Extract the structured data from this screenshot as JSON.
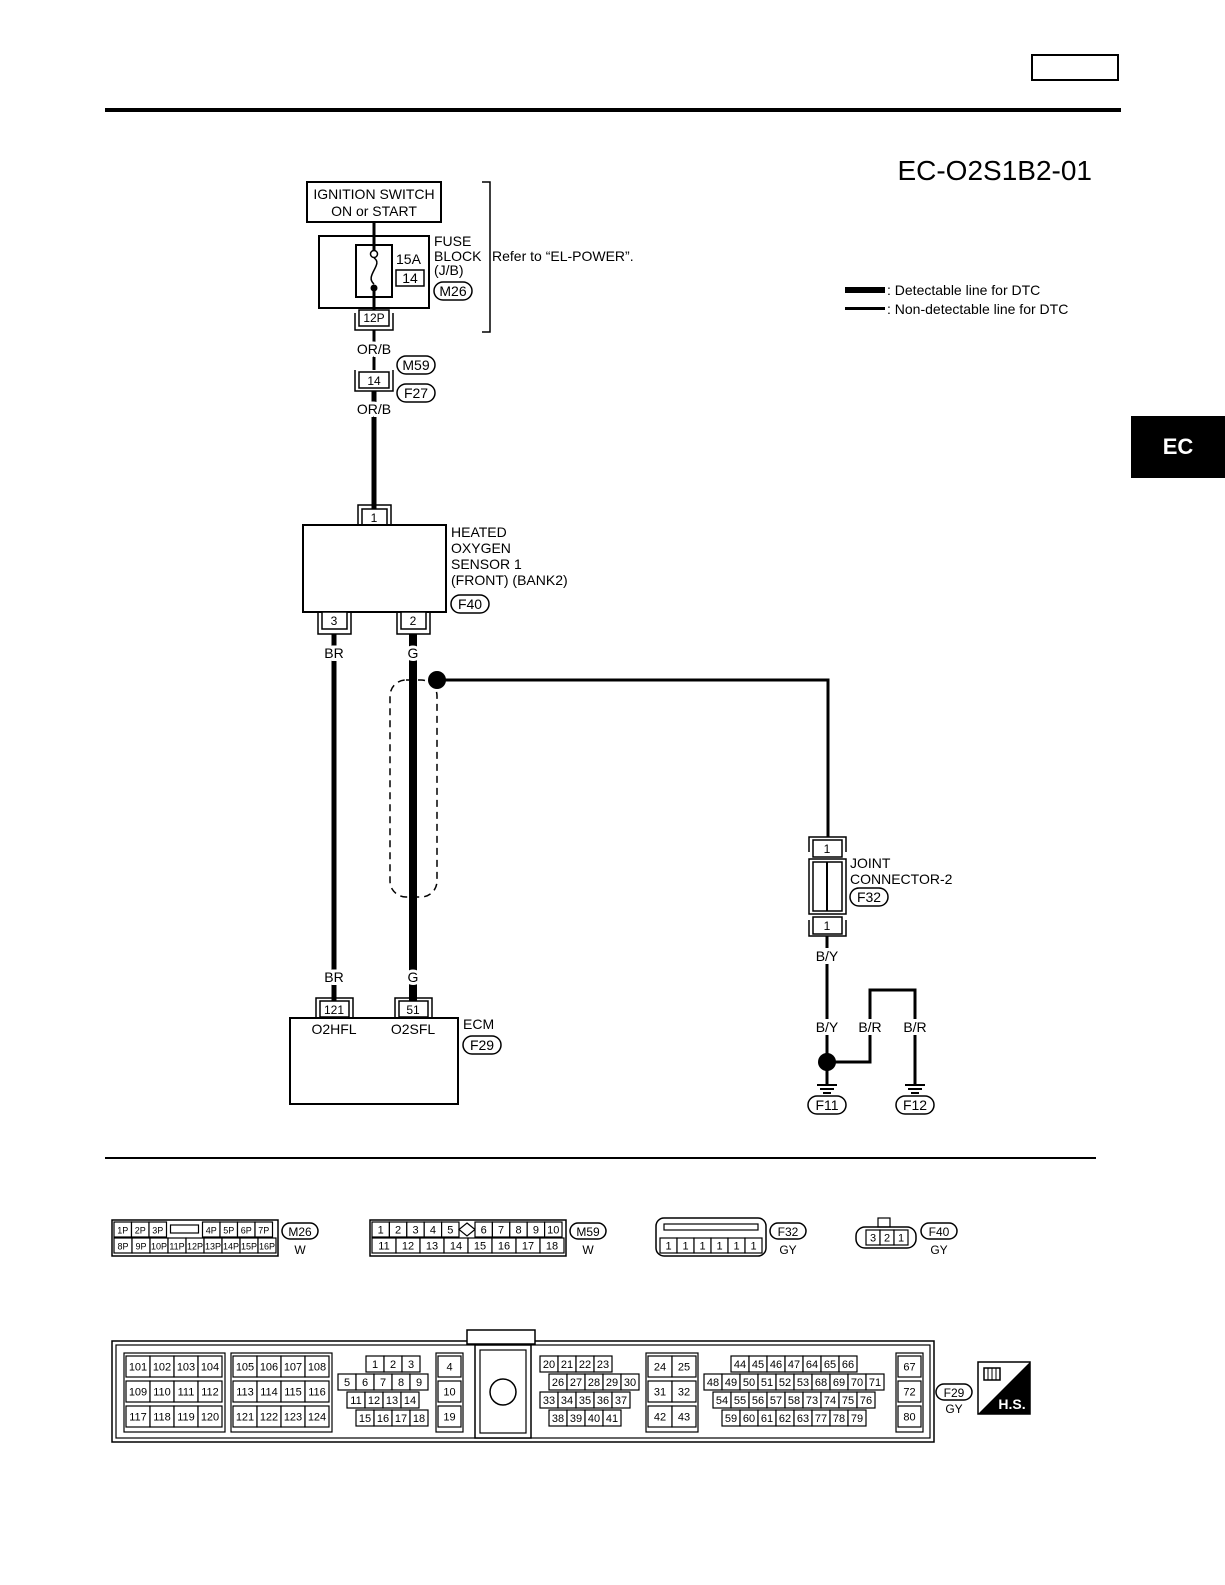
{
  "page": {
    "section_tab": "EC",
    "diagram_code": "EC-O2S1B2-01"
  },
  "legend": {
    "detectable": ": Detectable line for DTC",
    "non_detectable": ": Non-detectable line for DTC"
  },
  "ignition": {
    "line1": "IGNITION SWITCH",
    "line2": "ON or START"
  },
  "fuse": {
    "amps": "15A",
    "number": "14",
    "label1": "FUSE",
    "label2": "BLOCK",
    "label3": "(J/B)",
    "connector": "M26",
    "terminal": "12P",
    "refer": "Refer to “EL-POWER”."
  },
  "wires": {
    "or_b": "OR/B",
    "br": "BR",
    "g": "G",
    "b_y": "B/Y",
    "b_r": "B/R"
  },
  "junction": {
    "terminal": "14",
    "connector_top": "M59",
    "connector_bottom": "F27"
  },
  "sensor": {
    "line1": "HEATED",
    "line2": "OXYGEN",
    "line3": "SENSOR 1",
    "line4": "(FRONT) (BANK2)",
    "connector": "F40",
    "pin_top": "1",
    "pin_left": "3",
    "pin_right": "2"
  },
  "joint": {
    "line1": "JOINT",
    "line2": "CONNECTOR-2",
    "connector": "F32",
    "pin_top": "1",
    "pin_bottom": "1"
  },
  "ecm": {
    "label": "ECM",
    "connector": "F29",
    "pin1": "121",
    "pin2": "51",
    "sig1": "O2HFL",
    "sig2": "O2SFL"
  },
  "grounds": {
    "g1": "F11",
    "g2": "F12"
  },
  "connectors": {
    "m26": {
      "id": "M26",
      "color": "W",
      "row1": [
        "1P",
        "2P",
        "3P",
        "",
        "4P",
        "5P",
        "6P",
        "7P"
      ],
      "row2": [
        "8P",
        "9P",
        "10P",
        "11P",
        "12P",
        "13P",
        "14P",
        "15P",
        "16P"
      ]
    },
    "m59": {
      "id": "M59",
      "color": "W",
      "row1": [
        "1",
        "2",
        "3",
        "4",
        "5",
        "",
        "6",
        "7",
        "8",
        "9",
        "10"
      ],
      "row2": [
        "11",
        "12",
        "13",
        "14",
        "15",
        "16",
        "17",
        "18"
      ]
    },
    "f32": {
      "id": "F32",
      "color": "GY",
      "row": [
        "1",
        "1",
        "1",
        "1",
        "1",
        "1"
      ]
    },
    "f40": {
      "id": "F40",
      "color": "GY",
      "row": [
        "3",
        "2",
        "1"
      ]
    },
    "f29": {
      "id": "F29",
      "color": "GY",
      "hs": "H.S.",
      "b1": [
        [
          "101",
          "102",
          "103",
          "104"
        ],
        [
          "109",
          "110",
          "111",
          "112"
        ],
        [
          "117",
          "118",
          "119",
          "120"
        ]
      ],
      "b2": [
        [
          "105",
          "106",
          "107",
          "108"
        ],
        [
          "113",
          "114",
          "115",
          "116"
        ],
        [
          "121",
          "122",
          "123",
          "124"
        ]
      ],
      "b3": [
        [
          "1",
          "2",
          "3"
        ],
        [
          "5",
          "6",
          "7",
          "8",
          "9"
        ],
        [
          "11",
          "12",
          "13",
          "14"
        ],
        [
          "15",
          "16",
          "17",
          "18"
        ]
      ],
      "b4": [
        "4",
        "10",
        "19"
      ],
      "b5": [
        [
          "20",
          "21",
          "22",
          "23"
        ],
        [
          "26",
          "27",
          "28",
          "29",
          "30"
        ],
        [
          "33",
          "34",
          "35",
          "36",
          "37"
        ],
        [
          "38",
          "39",
          "40",
          "41"
        ]
      ],
      "b6": [
        [
          "24",
          "25"
        ],
        [
          "31",
          "32"
        ],
        [
          "42",
          "43"
        ]
      ],
      "b7": [
        [
          "44",
          "45",
          "46",
          "47",
          "64",
          "65",
          "66"
        ],
        [
          "48",
          "49",
          "50",
          "51",
          "52",
          "53",
          "68",
          "69",
          "70",
          "71"
        ],
        [
          "54",
          "55",
          "56",
          "57",
          "58",
          "73",
          "74",
          "75",
          "76"
        ],
        [
          "59",
          "60",
          "61",
          "62",
          "63",
          "77",
          "78",
          "79"
        ]
      ],
      "b8": [
        "67",
        "72",
        "80"
      ]
    }
  }
}
